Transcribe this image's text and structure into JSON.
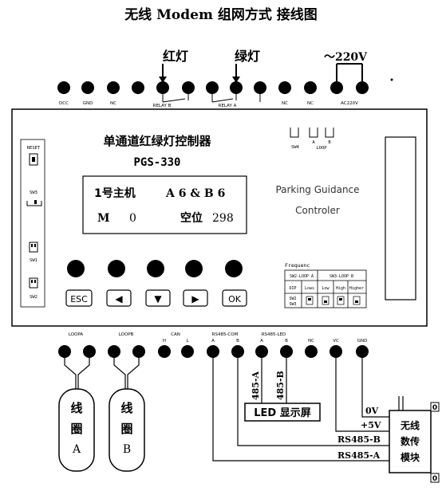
{
  "title": "无线 Modem 组网方式 接线图",
  "top_labels": {
    "red_light": "红灯",
    "green_light": "绿灯",
    "ac_power": "～220V"
  },
  "top_terminals": {
    "labels": [
      "DCC",
      "GND",
      "NC",
      "RELAY B",
      "RELAY A",
      "NC",
      "NC",
      "AC220V"
    ]
  },
  "controller": {
    "name": "单通道红绿灯控制器",
    "model": "PGS-330",
    "brand_line1": "Parking Guidance",
    "brand_line2": "Controler",
    "display": {
      "line1_left": "1号主机",
      "line1_right": "A 6 & B 6",
      "line2_left": "M",
      "line2_mid": "0",
      "line2_right_label": "空位",
      "line2_right_value": "298"
    },
    "left_labels": {
      "reset": "RESET",
      "sw3": "SW3",
      "sw1": "SW1",
      "sw2": "SW2"
    },
    "top_switches": {
      "sw": "SW4",
      "a": "A",
      "b": "B",
      "loop": "LOOP"
    },
    "buttons": [
      "ESC",
      "◀",
      "▼",
      "▶",
      "OK"
    ],
    "freq": {
      "title": "Frequenc",
      "header_a": "SW2-LOOP A",
      "header_b": "SW3-LOOP B",
      "row1": [
        "DIP",
        "Lows",
        "Low",
        "High",
        "Higher"
      ],
      "row2": [
        "SW2",
        "SW3"
      ]
    }
  },
  "bottom_terminals": {
    "loop_a": "LOOPA",
    "loop_b": "LOOPB",
    "can": "CAN",
    "can_sub": [
      "H",
      "L"
    ],
    "rs485_com": "RS485-COM",
    "rs485_com_sub": [
      "A",
      "B"
    ],
    "rs485_led": "RS485-LED",
    "rs485_led_sub": [
      "A",
      "B"
    ],
    "nc": "NC",
    "vc": "VC",
    "gnd": "GND"
  },
  "coils": {
    "a": [
      "线",
      "圈",
      "A"
    ],
    "b": [
      "线",
      "圈",
      "B"
    ]
  },
  "led_screen": {
    "label": "LED 显示屏",
    "wire_a": "485-A",
    "wire_b": "485-B"
  },
  "module": {
    "label": [
      "无线",
      "数传",
      "模块"
    ],
    "side_top": "0",
    "side_bottom": "0"
  },
  "wire_labels": {
    "v0": "0V",
    "v5": "+5V",
    "rs485_b": "RS485-B",
    "rs485_a": "RS485-A"
  }
}
